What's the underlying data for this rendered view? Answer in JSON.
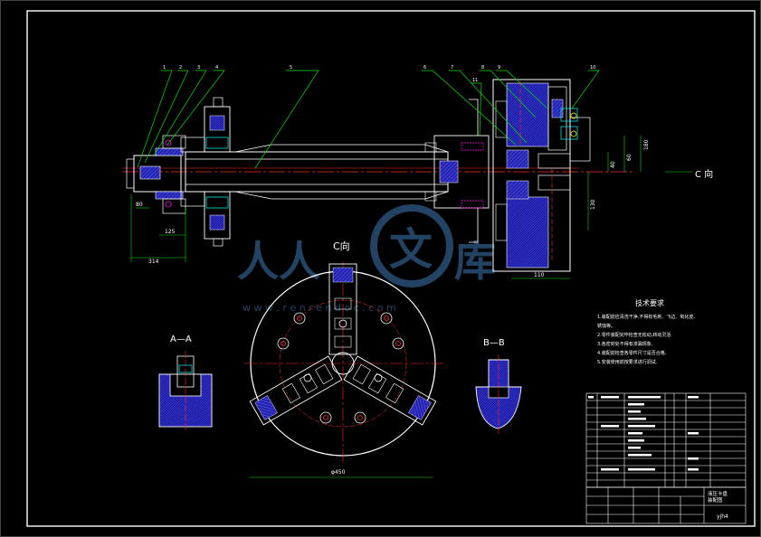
{
  "view_labels": {
    "c_view_title": "C向",
    "c_view_arrow": "C 向",
    "section_aa": "A—A",
    "section_bb": "B—B"
  },
  "dimensions": {
    "d1": "314",
    "d2": "125",
    "d3": "80",
    "d4": "180",
    "d5": "60",
    "d6": "40",
    "d7": "130",
    "d8": "110",
    "d9": "φ450"
  },
  "leader_tags": [
    "1",
    "2",
    "3",
    "4",
    "5",
    "6",
    "7",
    "8",
    "9",
    "10",
    "11"
  ],
  "tech_requirements": {
    "title": "技术要求",
    "lines": [
      "1.装配前应清洗干净,不得有毛刺、飞边、氧化皮,",
      "锈蚀等。",
      "2.零件装配完毕检查无松动,转动灵活.",
      "3.各密封处不得有渗漏现象,",
      "4.装配前检查各零件尺寸是否合格,",
      "5.安装使用前按要求进行调试."
    ]
  },
  "watermark": {
    "text_left": "人人",
    "text_mid": "文",
    "text_right": "库",
    "url": "w w w . r e n r e n d o c . c o m"
  },
  "title_block": {
    "project": "液压卡盘",
    "drawing": "装配图",
    "code": "yjh4"
  },
  "colors": {
    "background": "#000000",
    "frame": "#ffffff",
    "outline": "#ffffff",
    "center_line": "#ff2a2a",
    "leader": "#00e000",
    "hatch": "#3a3aff",
    "hatch_alt": "#4a2aff",
    "magenta": "#ff00ff",
    "cyan": "#00ffff",
    "yellow": "#ffff00",
    "watermark": "#2e5a86"
  }
}
